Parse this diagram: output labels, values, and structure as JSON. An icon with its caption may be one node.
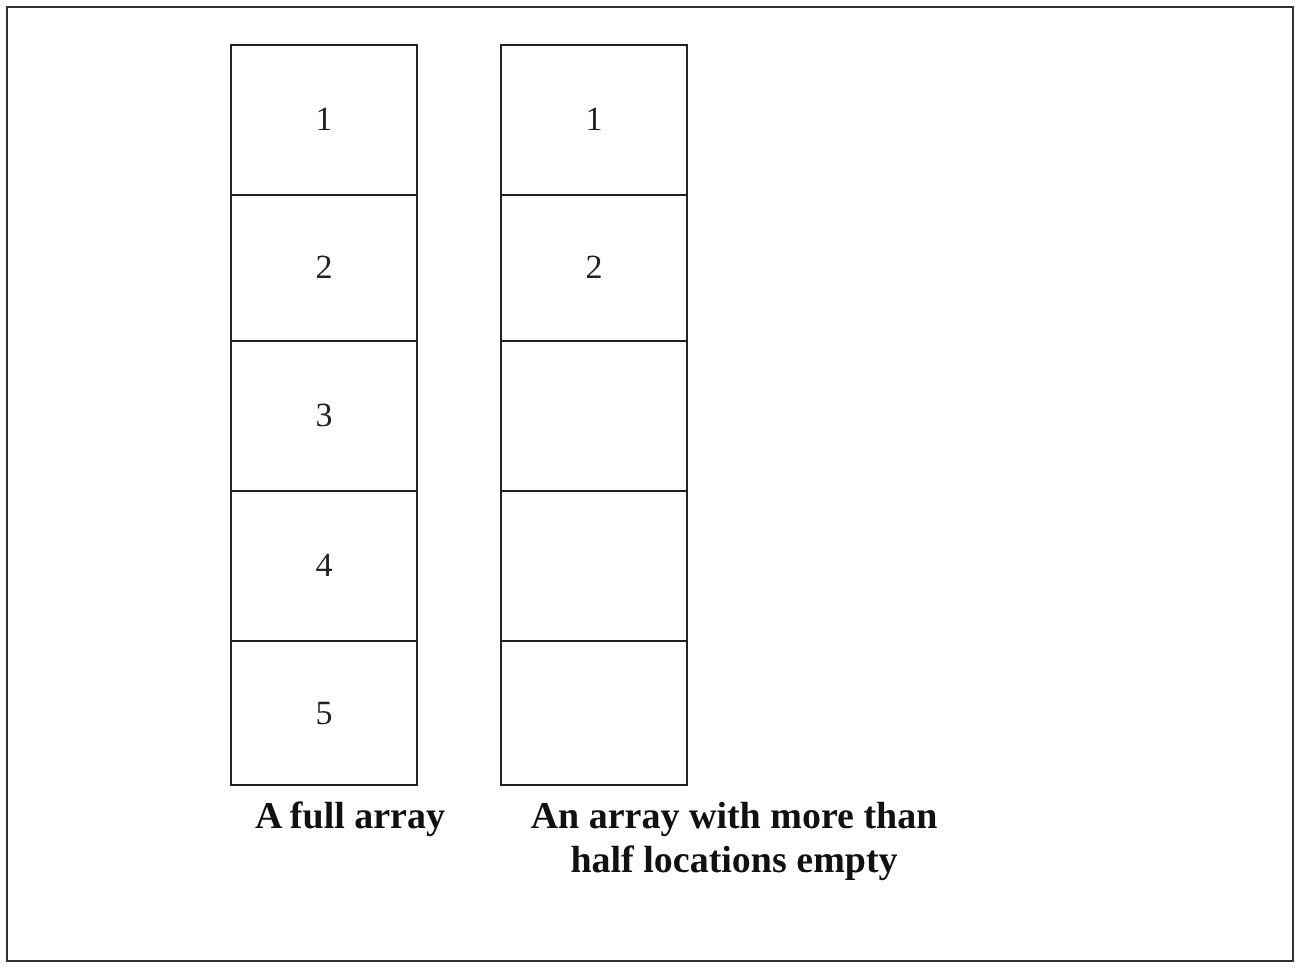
{
  "diagram": {
    "nodes": [
      {
        "text": [
          "1"
        ]
      },
      {
        "text": [
          "2"
        ]
      },
      {
        "text": [
          "3"
        ]
      },
      {
        "text": [
          "4"
        ]
      },
      {
        "text": [
          "5"
        ]
      },
      {
        "text": [
          "1"
        ]
      },
      {
        "text": [
          "2"
        ]
      },
      {
        "text": [],
        "shape": "box"
      },
      {
        "text": [],
        "shape": "box"
      },
      {
        "text": [],
        "shape": "box"
      }
    ],
    "edges": [],
    "labels": [
      "A full array",
      "An array with more than half locations empty"
    ]
  }
}
